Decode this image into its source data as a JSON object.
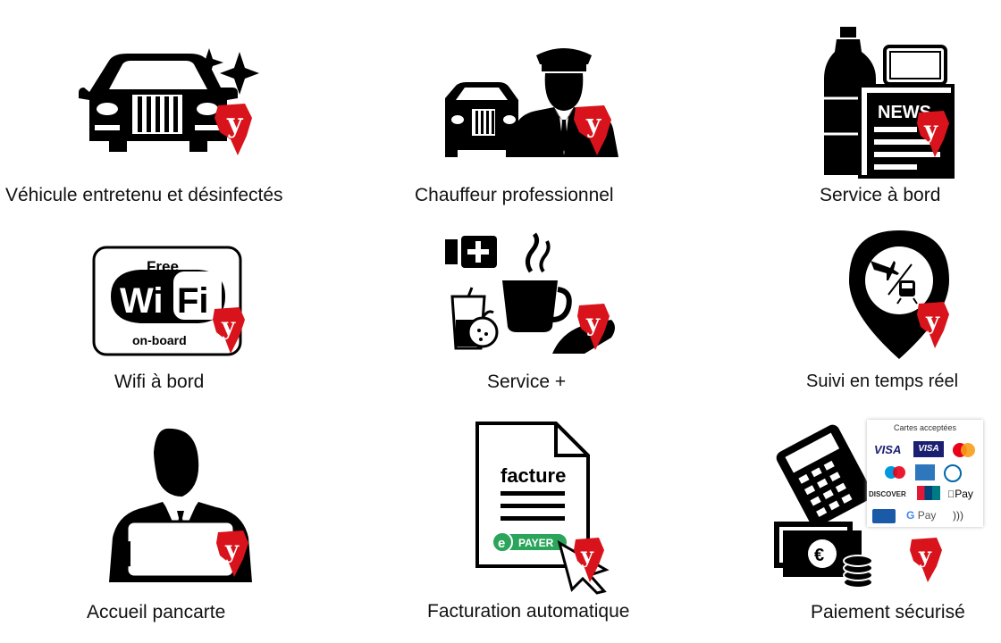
{
  "colors": {
    "icon": "#000000",
    "brand_red": "#d8131b",
    "payer_green": "#2aa55b",
    "background": "#ffffff"
  },
  "brand": {
    "logo_letter": "y"
  },
  "services": [
    {
      "label": "Véhicule entretenu et désinfectés",
      "icon": "car-sparkle-icon"
    },
    {
      "label": "Chauffeur professionnel",
      "icon": "chauffeur-icon"
    },
    {
      "label": "Service à bord",
      "icon": "water-tablet-news-icon",
      "news_text": "NEWS"
    },
    {
      "label": "Wifi à bord",
      "icon": "wifi-icon",
      "free_text": "Free",
      "wi_text": "Wi",
      "fi_text": "Fi",
      "onboard_text": "on-board"
    },
    {
      "label": "Service +",
      "icon": "coffee-snacks-icon"
    },
    {
      "label": "Suivi en temps réel",
      "icon": "map-pin-plane-train-icon"
    },
    {
      "label": "Accueil pancarte",
      "icon": "greeter-sign-icon"
    },
    {
      "label": "Facturation automatique",
      "icon": "invoice-icon",
      "facture_text": "facture",
      "payer_text": "PAYER"
    },
    {
      "label": "Paiement sécurisé",
      "icon": "payment-terminal-icon",
      "cards_title": "Cartes acceptées",
      "cards": [
        "VISA",
        "VISA",
        "DISCOVER",
        "Pay",
        "Pay"
      ]
    }
  ]
}
